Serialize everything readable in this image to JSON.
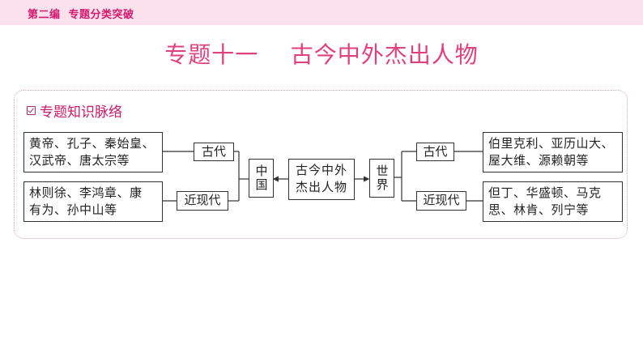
{
  "header": {
    "section_label": "第二编  专题分类突破",
    "background_color": "#fbe1ec",
    "text_color": "#d6186e"
  },
  "page_title": "专题十一    古今中外杰出人物",
  "title_color": "#e0407e",
  "section": {
    "icon": "checkbox-icon",
    "heading": "专题知识脉络"
  },
  "diagram": {
    "center": {
      "line1": "古今中外",
      "line2": "杰出人物"
    },
    "china": {
      "label": "中国",
      "branches": [
        {
          "period": "古代",
          "people_line1": "黄帝、孔子、秦始皇、",
          "people_line2": "汉武帝、唐太宗等"
        },
        {
          "period": "近现代",
          "people_line1": "林则徐、李鸿章、康",
          "people_line2": "有为、孙中山等"
        }
      ]
    },
    "world": {
      "label": "世界",
      "branches": [
        {
          "period": "古代",
          "people_line1": "伯里克利、亚历山大、",
          "people_line2": "屋大维、源赖朝等"
        },
        {
          "period": "近现代",
          "people_line1": "但丁、华盛顿、马克",
          "people_line2": "思、林肯、列宁等"
        }
      ]
    }
  }
}
